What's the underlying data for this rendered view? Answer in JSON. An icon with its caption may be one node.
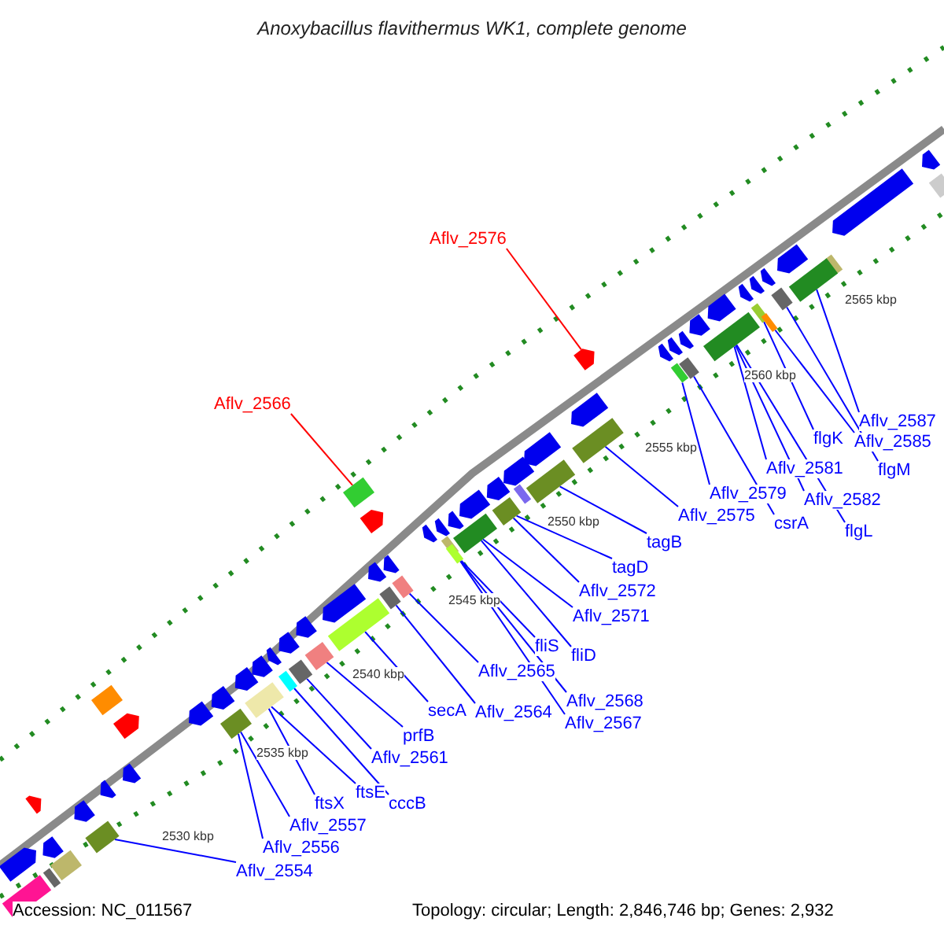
{
  "diagram": {
    "title": "Anoxybacillus flavithermus WK1, complete genome",
    "nodes": [
      {
        "text": [
          "Aflv_2576"
        ]
      },
      {
        "text": [
          "Aflv_2566"
        ]
      },
      {
        "text": [
          "Aflv_2587"
        ]
      },
      {
        "text": [
          "flgK"
        ]
      },
      {
        "text": [
          "Aflv_2585"
        ]
      },
      {
        "text": [
          "Aflv_2581"
        ]
      },
      {
        "text": [
          "flgM"
        ]
      },
      {
        "text": [
          "Aflv_2579"
        ]
      },
      {
        "text": [
          "Aflv_2582"
        ]
      },
      {
        "text": [
          "Aflv_2575"
        ]
      },
      {
        "text": [
          "csrA"
        ]
      },
      {
        "text": [
          "flgL"
        ]
      },
      {
        "text": [
          "tagB"
        ]
      },
      {
        "text": [
          "tagD"
        ]
      },
      {
        "text": [
          "Aflv_2572"
        ]
      },
      {
        "text": [
          "Aflv_2571"
        ]
      },
      {
        "text": [
          "fliS"
        ]
      },
      {
        "text": [
          "fliD"
        ]
      },
      {
        "text": [
          "Aflv_2565"
        ]
      },
      {
        "text": [
          "Aflv_2568"
        ]
      },
      {
        "text": [
          "secA"
        ]
      },
      {
        "text": [
          "Aflv_2564"
        ]
      },
      {
        "text": [
          "Aflv_2567"
        ]
      },
      {
        "text": [
          "prfB"
        ]
      },
      {
        "text": [
          "Aflv_2561"
        ]
      },
      {
        "text": [
          "ftsE"
        ]
      },
      {
        "text": [
          "cccB"
        ]
      },
      {
        "text": [
          "ftsX"
        ]
      },
      {
        "text": [
          "Aflv_2557"
        ]
      },
      {
        "text": [
          "Aflv_2556"
        ]
      },
      {
        "text": [
          "Aflv_2554"
        ]
      },
      {
        "text": [],
        "shape": "box"
      },
      {
        "text": [],
        "shape": "box"
      },
      {
        "text": [],
        "shape": "box"
      },
      {
        "text": [],
        "shape": "box"
      },
      {
        "text": [],
        "shape": "box"
      },
      {
        "text": [],
        "shape": "box"
      },
      {
        "text": [],
        "shape": "box"
      },
      {
        "text": [],
        "shape": "box"
      },
      {
        "text": [],
        "shape": "box"
      },
      {
        "text": [],
        "shape": "box"
      },
      {
        "text": [],
        "shape": "box"
      },
      {
        "text": [],
        "shape": "box"
      },
      {
        "text": [],
        "shape": "box"
      },
      {
        "text": [],
        "shape": "box"
      },
      {
        "text": [],
        "shape": "box"
      },
      {
        "text": [],
        "shape": "arrow"
      },
      {
        "text": [],
        "shape": "box"
      },
      {
        "text": [],
        "shape": "box"
      },
      {
        "text": [],
        "shape": "box"
      },
      {
        "text": [],
        "shape": "box"
      },
      {
        "text": [],
        "shape": "box"
      },
      {
        "text": [],
        "shape": "box"
      },
      {
        "text": [],
        "shape": "box"
      },
      {
        "text": [],
        "shape": "box"
      },
      {
        "text": [],
        "shape": "box"
      },
      {
        "text": [],
        "shape": "arrow"
      },
      {
        "text": [],
        "shape": "arrow"
      }
    ],
    "edges": [
      {
        "from": 0,
        "to": 46,
        "arrow": "none",
        "color": "#ff0000"
      },
      {
        "from": 1,
        "to": 38,
        "arrow": "none",
        "color": "#ff0000"
      },
      {
        "from": 2,
        "to": 54,
        "arrow": "none"
      },
      {
        "from": 3,
        "to": 51,
        "arrow": "none"
      },
      {
        "from": 4,
        "to": 52,
        "arrow": "none"
      },
      {
        "from": 5,
        "to": 50,
        "arrow": "none"
      },
      {
        "from": 6,
        "to": 53,
        "arrow": "none"
      },
      {
        "from": 7,
        "to": 48,
        "arrow": "none"
      },
      {
        "from": 8,
        "to": 50,
        "arrow": "none"
      },
      {
        "from": 9,
        "to": 47,
        "arrow": "none"
      },
      {
        "from": 10,
        "to": 49,
        "arrow": "none"
      },
      {
        "from": 11,
        "to": 50,
        "arrow": "none"
      },
      {
        "from": 12,
        "to": 45,
        "arrow": "none"
      },
      {
        "from": 13,
        "to": 44,
        "arrow": "none"
      },
      {
        "from": 14,
        "to": 44,
        "arrow": "none"
      },
      {
        "from": 15,
        "to": 43,
        "arrow": "none"
      },
      {
        "from": 16,
        "to": 42,
        "arrow": "none"
      },
      {
        "from": 17,
        "to": 43,
        "arrow": "none"
      },
      {
        "from": 18,
        "to": 40,
        "arrow": "none"
      },
      {
        "from": 19,
        "to": 42,
        "arrow": "none"
      },
      {
        "from": 20,
        "to": 37,
        "arrow": "none"
      },
      {
        "from": 21,
        "to": 39,
        "arrow": "none"
      },
      {
        "from": 22,
        "to": 41,
        "arrow": "none"
      },
      {
        "from": 23,
        "to": 36,
        "arrow": "none"
      },
      {
        "from": 24,
        "to": 35,
        "arrow": "none"
      },
      {
        "from": 25,
        "to": 33,
        "arrow": "none"
      },
      {
        "from": 26,
        "to": 34,
        "arrow": "none"
      },
      {
        "from": 27,
        "to": 33,
        "arrow": "none"
      },
      {
        "from": 28,
        "to": 32,
        "arrow": "none"
      },
      {
        "from": 29,
        "to": 32,
        "arrow": "none"
      },
      {
        "from": 30,
        "to": 31,
        "arrow": "none"
      }
    ],
    "labels": [
      "2565 kbp",
      "2560 kbp",
      "2555 kbp",
      "2550 kbp",
      "2545 kbp",
      "2540 kbp",
      "2535 kbp",
      "2530 kbp",
      "Accession: NC_011567",
      "Topology: circular; Length: 2,846,746 bp; Genes: 2,932"
    ]
  }
}
